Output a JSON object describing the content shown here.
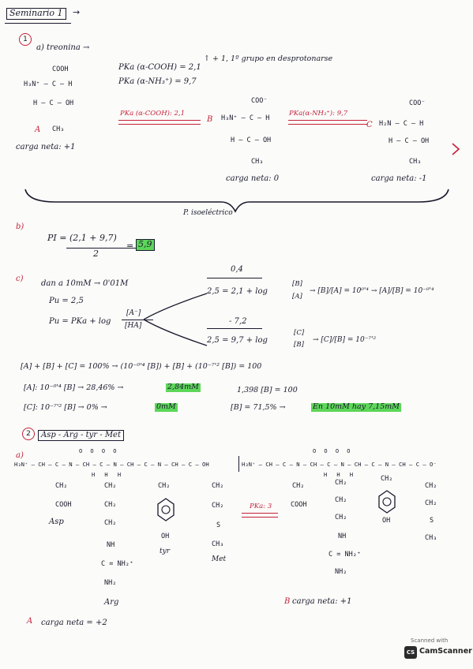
{
  "header": {
    "title": "Seminario 1",
    "arrow": "→"
  },
  "ex1": {
    "num": "1",
    "a_label": "a) treonina →",
    "struct1": {
      "l1": "COOH",
      "l2": "H₃N⁺ – C – H",
      "l3": "H – C – OH",
      "l4": "CH₃",
      "tag": "A"
    },
    "pka1": "PKa (α-COOH) = 2,1",
    "pka2": "PKa (α-NH₃⁺) = 9,7",
    "note": "↑ + 1, 1º grupo en desprotonarse",
    "arrow1": "PKa (α-COOH): 2,1",
    "arrow2": "PKa(α-NH₃⁺): 9,7",
    "struct2": {
      "l1": "COO⁻",
      "l2": "H₃N⁺ – C – H",
      "l3": "H – C – OH",
      "l4": "CH₃",
      "tag": "B"
    },
    "struct3": {
      "l1": "COO⁻",
      "l2": "H₂N – C – H",
      "l3": "H – C – OH",
      "l4": "CH₃",
      "tag": "C"
    },
    "charge1": "carga neta: +1",
    "charge2": "carga neta: 0",
    "charge3": "carga neta: -1",
    "pi_label": "P. isoeléctrico",
    "b_label": "b)",
    "b_eq": "PI = (2,1 + 9,7)",
    "b_den": "2",
    "b_eq2": "=",
    "b_result": "5,9",
    "c_label": "c)",
    "c_l1": "dan a 10mM → 0'01M",
    "c_l2": "Pu = 2,5",
    "c_l3": "Pu = PKa + log",
    "c_frac_num": "[A⁻]",
    "c_frac_den": "[HA]",
    "c_top_val": "0,4",
    "c_top_eq": "2,5 = 2,1 + log",
    "c_top_frac_num": "[B]",
    "c_top_frac_den": "[A]",
    "c_top_res": "→ [B]/[A] = 10⁰'⁴ → [A]/[B] = 10⁻⁰'⁴",
    "c_bot_val": "- 7,2",
    "c_bot_eq": "2,5 = 9,7 + log",
    "c_bot_frac_num": "[C]",
    "c_bot_frac_den": "[B]",
    "c_bot_res": "→ [C]/[B] = 10⁻⁷'²",
    "sum_eq": "[A] + [B] + [C] = 100% → (10⁻⁰'⁴ [B]) + [B] + (10⁻⁷'² [B]) = 100",
    "a_res": "[A]: 10⁻⁰'⁴ [B] → 28,46% →",
    "a_hl": "2,84mM",
    "c_res": "[C]: 10⁻⁷'² [B] → 0% →",
    "c_hl": "0mM",
    "b_res1": "1,398 [B] = 100",
    "b_res2": "[B] = 71,5% →",
    "b_hl": "En 10mM hay 7,15mM"
  },
  "ex2": {
    "num": "2",
    "title": "Asp - Arg - tyr - Met",
    "a_label": "a)",
    "backbone_left": "H₃N⁺ – CH – C – N – CH – C – N – CH – C – N – CH – C – OH",
    "backbone_right": "H₃N⁺ – CH – C – N – CH – C – N – CH – C – N – CH – C – O⁻",
    "o_marks": "O       O          O         O",
    "h_marks": "H          H          H",
    "left_chains": {
      "asp": [
        "CH₂",
        "COOH",
        "Asp"
      ],
      "arg": [
        "CH₂",
        "CH₂",
        "CH₂",
        "NH",
        "C = NH₂⁺",
        "NH₂",
        "Arg"
      ],
      "tyr": [
        "CH₂",
        "OH",
        "tyr"
      ],
      "met": [
        "CH₂",
        "CH₂",
        "S",
        "CH₃",
        "Met"
      ]
    },
    "right_chains": {
      "asp": [
        "CH₂",
        "COOH"
      ],
      "arg": [
        "CH₂",
        "CH₂",
        "CH₂",
        "NH",
        "C = NH₂⁺",
        "NH₂"
      ],
      "tyr": [
        "CH₂",
        "OH"
      ],
      "met": [
        "CH₂",
        "CH₂",
        "S",
        "CH₃"
      ]
    },
    "pka_arrow": "PKa: 3",
    "charge_a": "carga neta = +2",
    "tag_a": "A",
    "charge_b": "carga neta: +1",
    "tag_b": "B"
  },
  "footer": {
    "scanned": "Scanned with",
    "brand": "CamScanner",
    "logo": "CS"
  }
}
